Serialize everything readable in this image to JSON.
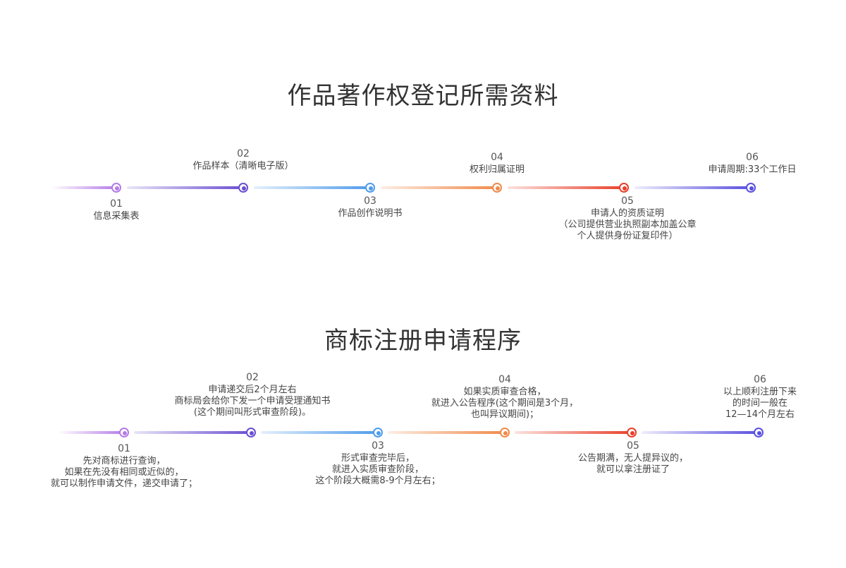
{
  "sections": [
    {
      "title": "作品著作权登记所需资料",
      "steps": [
        {
          "num": "01",
          "lines": [
            "信息采集表"
          ]
        },
        {
          "num": "02",
          "lines": [
            "作品样本（清晰电子版）"
          ]
        },
        {
          "num": "03",
          "lines": [
            "作品创作说明书"
          ]
        },
        {
          "num": "04",
          "lines": [
            "权利归属证明"
          ]
        },
        {
          "num": "05",
          "lines": [
            "申请人的资质证明",
            "（公司提供营业执照副本加盖公章",
            "个人提供身份证复印件）"
          ]
        },
        {
          "num": "06",
          "lines": [
            "申请周期:33个工作日"
          ]
        }
      ]
    },
    {
      "title": "商标注册申请程序",
      "steps": [
        {
          "num": "01",
          "lines": [
            "先对商标进行查询，",
            "如果在先没有相同或近似的，",
            "就可以制作申请文件，递交申请了；"
          ]
        },
        {
          "num": "02",
          "lines": [
            "申请递交后2个月左右",
            "商标局会给你下发一个申请受理通知书",
            "(这个期间叫形式审查阶段)。"
          ]
        },
        {
          "num": "03",
          "lines": [
            "形式审查完毕后，",
            "就进入实质审查阶段，",
            "这个阶段大概需8-9个月左右；"
          ]
        },
        {
          "num": "04",
          "lines": [
            "如果实质审查合格，",
            "就进入公告程序(这个期间是3个月，",
            "也叫异议期间)；"
          ]
        },
        {
          "num": "05",
          "lines": [
            "公告期满，无人提异议的，",
            "就可以拿注册证了"
          ]
        },
        {
          "num": "06",
          "lines": [
            "以上顺利注册下来",
            "的时间一般在",
            "12—14个月左右"
          ]
        }
      ]
    }
  ],
  "colors": {
    "node_01": "#b57be6",
    "node_02": "#6b4fd0",
    "node_03": "#4f9bea",
    "node_04": "#f08a4b",
    "node_05": "#e8402a",
    "node_06": "#5a4fe0"
  }
}
